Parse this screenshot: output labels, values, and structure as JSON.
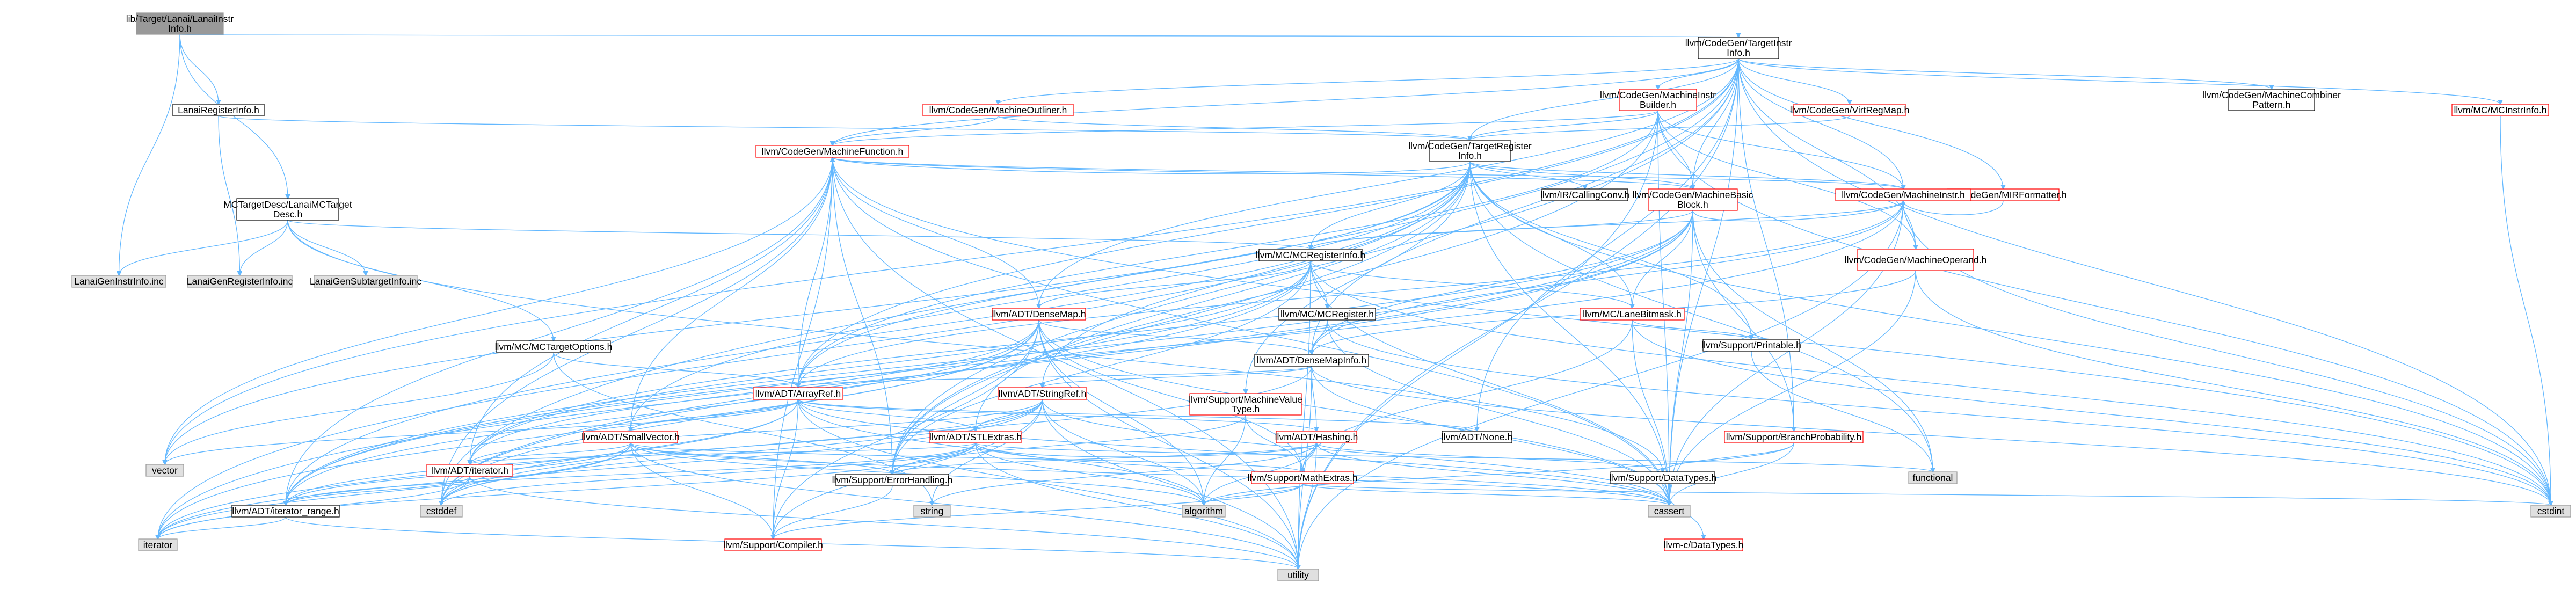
{
  "diagram": {
    "type": "include-dependency-graph",
    "colors": {
      "edge": "#63b8ff",
      "node_border_black": "#000000",
      "node_border_red": "#ff0000",
      "node_border_gray": "#999999",
      "node_fill_white": "#ffffff",
      "node_fill_gray": "#e0e0e0",
      "node_fill_root": "#999999",
      "text": "#000000"
    },
    "nodes": [
      {
        "id": "root",
        "label": "lib/Target/Lanai/LanaiInstr\nInfo.h",
        "style": "root"
      },
      {
        "id": "tii",
        "label": "llvm/CodeGen/TargetInstr\nInfo.h",
        "style": "black"
      },
      {
        "id": "lri",
        "label": "LanaiRegisterInfo.h",
        "style": "black"
      },
      {
        "id": "mtd",
        "label": "MCTargetDesc/LanaiMCTarget\nDesc.h",
        "style": "black"
      },
      {
        "id": "mio",
        "label": "llvm/CodeGen/MachineOutliner.h",
        "style": "red"
      },
      {
        "id": "mib",
        "label": "llvm/CodeGen/MachineInstr\nBuilder.h",
        "style": "red"
      },
      {
        "id": "vrm",
        "label": "llvm/CodeGen/VirtRegMap.h",
        "style": "red"
      },
      {
        "id": "tri",
        "label": "llvm/CodeGen/TargetRegister\nInfo.h",
        "style": "black"
      },
      {
        "id": "mcp",
        "label": "llvm/CodeGen/MachineCombiner\nPattern.h",
        "style": "black"
      },
      {
        "id": "mcii",
        "label": "llvm/MC/MCInstrInfo.h",
        "style": "red"
      },
      {
        "id": "mf",
        "label": "llvm/CodeGen/MachineFunction.h",
        "style": "red"
      },
      {
        "id": "mirf",
        "label": "llvm/CodeGen/MIRFormatter.h",
        "style": "red"
      },
      {
        "id": "cc",
        "label": "llvm/IR/CallingConv.h",
        "style": "black"
      },
      {
        "id": "mbb",
        "label": "llvm/CodeGen/MachineBasic\nBlock.h",
        "style": "red"
      },
      {
        "id": "mi",
        "label": "llvm/CodeGen/MachineInstr.h",
        "style": "red"
      },
      {
        "id": "mo",
        "label": "llvm/CodeGen/MachineOperand.h",
        "style": "red"
      },
      {
        "id": "mcri",
        "label": "llvm/MC/MCRegisterInfo.h",
        "style": "black"
      },
      {
        "id": "lgi",
        "label": "LanaiGenInstrInfo.inc",
        "style": "gray"
      },
      {
        "id": "lgr",
        "label": "LanaiGenRegisterInfo.inc",
        "style": "gray"
      },
      {
        "id": "lgs",
        "label": "LanaiGenSubtargetInfo.inc",
        "style": "gray"
      },
      {
        "id": "dm",
        "label": "llvm/ADT/DenseMap.h",
        "style": "red"
      },
      {
        "id": "mcr",
        "label": "llvm/MC/MCRegister.h",
        "style": "black"
      },
      {
        "id": "lb",
        "label": "llvm/MC/LaneBitmask.h",
        "style": "red"
      },
      {
        "id": "pr",
        "label": "llvm/Support/Printable.h",
        "style": "black"
      },
      {
        "id": "mcto",
        "label": "llvm/MC/MCTargetOptions.h",
        "style": "black"
      },
      {
        "id": "dmi",
        "label": "llvm/ADT/DenseMapInfo.h",
        "style": "black"
      },
      {
        "id": "sr",
        "label": "llvm/ADT/StringRef.h",
        "style": "red"
      },
      {
        "id": "ar",
        "label": "llvm/ADT/ArrayRef.h",
        "style": "red"
      },
      {
        "id": "mvt",
        "label": "llvm/Support/MachineValue\nType.h",
        "style": "red"
      },
      {
        "id": "sv",
        "label": "llvm/ADT/SmallVector.h",
        "style": "red"
      },
      {
        "id": "ste",
        "label": "llvm/ADT/STLExtras.h",
        "style": "red"
      },
      {
        "id": "hs",
        "label": "llvm/ADT/Hashing.h",
        "style": "red"
      },
      {
        "id": "none",
        "label": "llvm/ADT/None.h",
        "style": "black"
      },
      {
        "id": "bp",
        "label": "llvm/Support/BranchProbability.h",
        "style": "red"
      },
      {
        "id": "vec",
        "label": "vector",
        "style": "gray"
      },
      {
        "id": "it",
        "label": "llvm/ADT/iterator.h",
        "style": "red"
      },
      {
        "id": "eh",
        "label": "llvm/Support/ErrorHandling.h",
        "style": "black"
      },
      {
        "id": "me",
        "label": "llvm/Support/MathExtras.h",
        "style": "red"
      },
      {
        "id": "dt",
        "label": "llvm/Support/DataTypes.h",
        "style": "black"
      },
      {
        "id": "fn",
        "label": "functional",
        "style": "gray"
      },
      {
        "id": "itr",
        "label": "llvm/ADT/iterator_range.h",
        "style": "black"
      },
      {
        "id": "csd",
        "label": "cstddef",
        "style": "gray"
      },
      {
        "id": "str",
        "label": "string",
        "style": "gray"
      },
      {
        "id": "comp",
        "label": "llvm/Support/Compiler.h",
        "style": "red"
      },
      {
        "id": "algo",
        "label": "algorithm",
        "style": "gray"
      },
      {
        "id": "cas",
        "label": "cassert",
        "style": "gray"
      },
      {
        "id": "cdt",
        "label": "llvm-c/DataTypes.h",
        "style": "red"
      },
      {
        "id": "ci",
        "label": "cstdint",
        "style": "gray"
      },
      {
        "id": "iter",
        "label": "iterator",
        "style": "gray"
      },
      {
        "id": "util",
        "label": "utility",
        "style": "gray"
      }
    ],
    "edges": [
      [
        "root",
        "tii"
      ],
      [
        "root",
        "lri"
      ],
      [
        "root",
        "mtd"
      ],
      [
        "root",
        "lgi"
      ],
      [
        "tii",
        "mio"
      ],
      [
        "tii",
        "mib"
      ],
      [
        "tii",
        "vrm"
      ],
      [
        "tii",
        "tri"
      ],
      [
        "tii",
        "mcp"
      ],
      [
        "tii",
        "mcii"
      ],
      [
        "tii",
        "mf"
      ],
      [
        "tii",
        "mirf"
      ],
      [
        "tii",
        "mbb"
      ],
      [
        "tii",
        "mi"
      ],
      [
        "tii",
        "mo"
      ],
      [
        "tii",
        "dm"
      ],
      [
        "tii",
        "dmi"
      ],
      [
        "tii",
        "ar"
      ],
      [
        "tii",
        "none"
      ],
      [
        "tii",
        "bp"
      ],
      [
        "tii",
        "eh"
      ],
      [
        "tii",
        "cas"
      ],
      [
        "tii",
        "csd"
      ],
      [
        "tii",
        "ci"
      ],
      [
        "tii",
        "util"
      ],
      [
        "tii",
        "vec"
      ],
      [
        "lri",
        "tri"
      ],
      [
        "lri",
        "lgr"
      ],
      [
        "mtd",
        "mcri"
      ],
      [
        "mtd",
        "mcto"
      ],
      [
        "mtd",
        "lgr"
      ],
      [
        "mtd",
        "lgi"
      ],
      [
        "mtd",
        "lgs"
      ],
      [
        "mtd",
        "dt"
      ],
      [
        "mio",
        "mf"
      ],
      [
        "mio",
        "tri"
      ],
      [
        "mib",
        "mf"
      ],
      [
        "mib",
        "mi"
      ],
      [
        "mib",
        "mbb"
      ],
      [
        "mib",
        "mo"
      ],
      [
        "mib",
        "tri"
      ],
      [
        "mib",
        "eh"
      ],
      [
        "mib",
        "ci"
      ],
      [
        "mib",
        "cas"
      ],
      [
        "mib",
        "util"
      ],
      [
        "mib",
        "ar"
      ],
      [
        "vrm",
        "tri"
      ],
      [
        "mcii",
        "ci"
      ],
      [
        "tri",
        "mf"
      ],
      [
        "tri",
        "cc"
      ],
      [
        "tri",
        "mbb"
      ],
      [
        "tri",
        "mi"
      ],
      [
        "tri",
        "mcri"
      ],
      [
        "tri",
        "lb"
      ],
      [
        "tri",
        "pr"
      ],
      [
        "tri",
        "mvt"
      ],
      [
        "tri",
        "sv"
      ],
      [
        "tri",
        "sr"
      ],
      [
        "tri",
        "ar"
      ],
      [
        "tri",
        "ste"
      ],
      [
        "tri",
        "iter"
      ],
      [
        "tri",
        "vec"
      ],
      [
        "tri",
        "ci"
      ],
      [
        "tri",
        "cas"
      ],
      [
        "tri",
        "fn"
      ],
      [
        "tri",
        "itr"
      ],
      [
        "tri",
        "eh"
      ],
      [
        "mf",
        "mbb"
      ],
      [
        "mf",
        "mi"
      ],
      [
        "mf",
        "dm"
      ],
      [
        "mf",
        "ar"
      ],
      [
        "mf",
        "sv"
      ],
      [
        "mf",
        "it"
      ],
      [
        "mf",
        "eh"
      ],
      [
        "mf",
        "comp"
      ],
      [
        "mf",
        "vec"
      ],
      [
        "mf",
        "util"
      ],
      [
        "mf",
        "csd"
      ],
      [
        "mf",
        "itr"
      ],
      [
        "mf",
        "cas"
      ],
      [
        "mf",
        "ci"
      ],
      [
        "mirf",
        "mi"
      ],
      [
        "mbb",
        "mi"
      ],
      [
        "mbb",
        "lb"
      ],
      [
        "mbb",
        "bp"
      ],
      [
        "mbb",
        "dmi"
      ],
      [
        "mbb",
        "itr"
      ],
      [
        "mbb",
        "mcri"
      ],
      [
        "mbb",
        "it"
      ],
      [
        "mbb",
        "cas"
      ],
      [
        "mbb",
        "fn"
      ],
      [
        "mbb",
        "csd"
      ],
      [
        "mbb",
        "iter"
      ],
      [
        "mbb",
        "string"
      ],
      [
        "mi",
        "mo"
      ],
      [
        "mi",
        "dmi"
      ],
      [
        "mi",
        "ar"
      ],
      [
        "mi",
        "itr"
      ],
      [
        "mi",
        "ci"
      ],
      [
        "mi",
        "cas"
      ],
      [
        "mi",
        "util"
      ],
      [
        "mi",
        "mcri"
      ],
      [
        "mo",
        "dmi"
      ],
      [
        "mo",
        "cas"
      ],
      [
        "mo",
        "ci"
      ],
      [
        "mcri",
        "mcr"
      ],
      [
        "mcri",
        "lb"
      ],
      [
        "mcri",
        "dm"
      ],
      [
        "mcri",
        "eh"
      ],
      [
        "mcri",
        "it"
      ],
      [
        "mcri",
        "itr"
      ],
      [
        "mcri",
        "cas"
      ],
      [
        "mcri",
        "csd"
      ],
      [
        "mcri",
        "ci"
      ],
      [
        "mcri",
        "util"
      ],
      [
        "dm",
        "dmi"
      ],
      [
        "dm",
        "me"
      ],
      [
        "dm",
        "eh"
      ],
      [
        "dm",
        "comp"
      ],
      [
        "dm",
        "algo"
      ],
      [
        "dm",
        "cas"
      ],
      [
        "dm",
        "csd"
      ],
      [
        "dm",
        "iter"
      ],
      [
        "dm",
        "util"
      ],
      [
        "dm",
        "it"
      ],
      [
        "dm",
        "itr"
      ],
      [
        "mcr",
        "dmi"
      ],
      [
        "mcr",
        "cas"
      ],
      [
        "mcr",
        "ci"
      ],
      [
        "lb",
        "cas"
      ],
      [
        "lb",
        "ci"
      ],
      [
        "lb",
        "me"
      ],
      [
        "lb",
        "pr"
      ],
      [
        "pr",
        "fn"
      ],
      [
        "mcto",
        "ar"
      ],
      [
        "mcto",
        "str"
      ],
      [
        "mcto",
        "vec"
      ],
      [
        "dmi",
        "ar"
      ],
      [
        "dmi",
        "hs"
      ],
      [
        "dmi",
        "sr"
      ],
      [
        "dmi",
        "cas"
      ],
      [
        "dmi",
        "csd"
      ],
      [
        "dmi",
        "ci"
      ],
      [
        "dmi",
        "util"
      ],
      [
        "sr",
        "ste"
      ],
      [
        "sr",
        "it"
      ],
      [
        "sr",
        "comp"
      ],
      [
        "sr",
        "algo"
      ],
      [
        "sr",
        "cas"
      ],
      [
        "sr",
        "csd"
      ],
      [
        "sr",
        "iter"
      ],
      [
        "sr",
        "str"
      ],
      [
        "sr",
        "util"
      ],
      [
        "sr",
        "itr"
      ],
      [
        "ar",
        "hs"
      ],
      [
        "ar",
        "none"
      ],
      [
        "ar",
        "sv"
      ],
      [
        "ar",
        "ste"
      ],
      [
        "ar",
        "comp"
      ],
      [
        "ar",
        "algo"
      ],
      [
        "ar",
        "cas"
      ],
      [
        "ar",
        "csd"
      ],
      [
        "ar",
        "iter"
      ],
      [
        "ar",
        "util"
      ],
      [
        "ar",
        "vec"
      ],
      [
        "mvt",
        "eh"
      ],
      [
        "mvt",
        "me"
      ],
      [
        "mvt",
        "algo"
      ],
      [
        "sv",
        "comp"
      ],
      [
        "sv",
        "it"
      ],
      [
        "sv",
        "algo"
      ],
      [
        "sv",
        "cas"
      ],
      [
        "sv",
        "csd"
      ],
      [
        "sv",
        "iter"
      ],
      [
        "sv",
        "util"
      ],
      [
        "sv",
        "me"
      ],
      [
        "sv",
        "itr"
      ],
      [
        "sv",
        "eh"
      ],
      [
        "ste",
        "hs"
      ],
      [
        "ste",
        "it"
      ],
      [
        "ste",
        "itr"
      ],
      [
        "ste",
        "eh"
      ],
      [
        "ste",
        "algo"
      ],
      [
        "ste",
        "cas"
      ],
      [
        "ste",
        "csd"
      ],
      [
        "ste",
        "fn"
      ],
      [
        "ste",
        "iter"
      ],
      [
        "ste",
        "util"
      ],
      [
        "hs",
        "me"
      ],
      [
        "hs",
        "eh"
      ],
      [
        "hs",
        "dt"
      ],
      [
        "hs",
        "algo"
      ],
      [
        "hs",
        "cas"
      ],
      [
        "hs",
        "str"
      ],
      [
        "hs",
        "util"
      ],
      [
        "bp",
        "dt"
      ],
      [
        "bp",
        "algo"
      ],
      [
        "bp",
        "cas"
      ],
      [
        "it",
        "itr"
      ],
      [
        "it",
        "csd"
      ],
      [
        "it",
        "iter"
      ],
      [
        "it",
        "util"
      ],
      [
        "eh",
        "comp"
      ],
      [
        "me",
        "comp"
      ],
      [
        "me",
        "algo"
      ],
      [
        "me",
        "cas"
      ],
      [
        "me",
        "ci"
      ],
      [
        "dt",
        "cdt"
      ],
      [
        "itr",
        "iter"
      ],
      [
        "itr",
        "util"
      ]
    ]
  }
}
